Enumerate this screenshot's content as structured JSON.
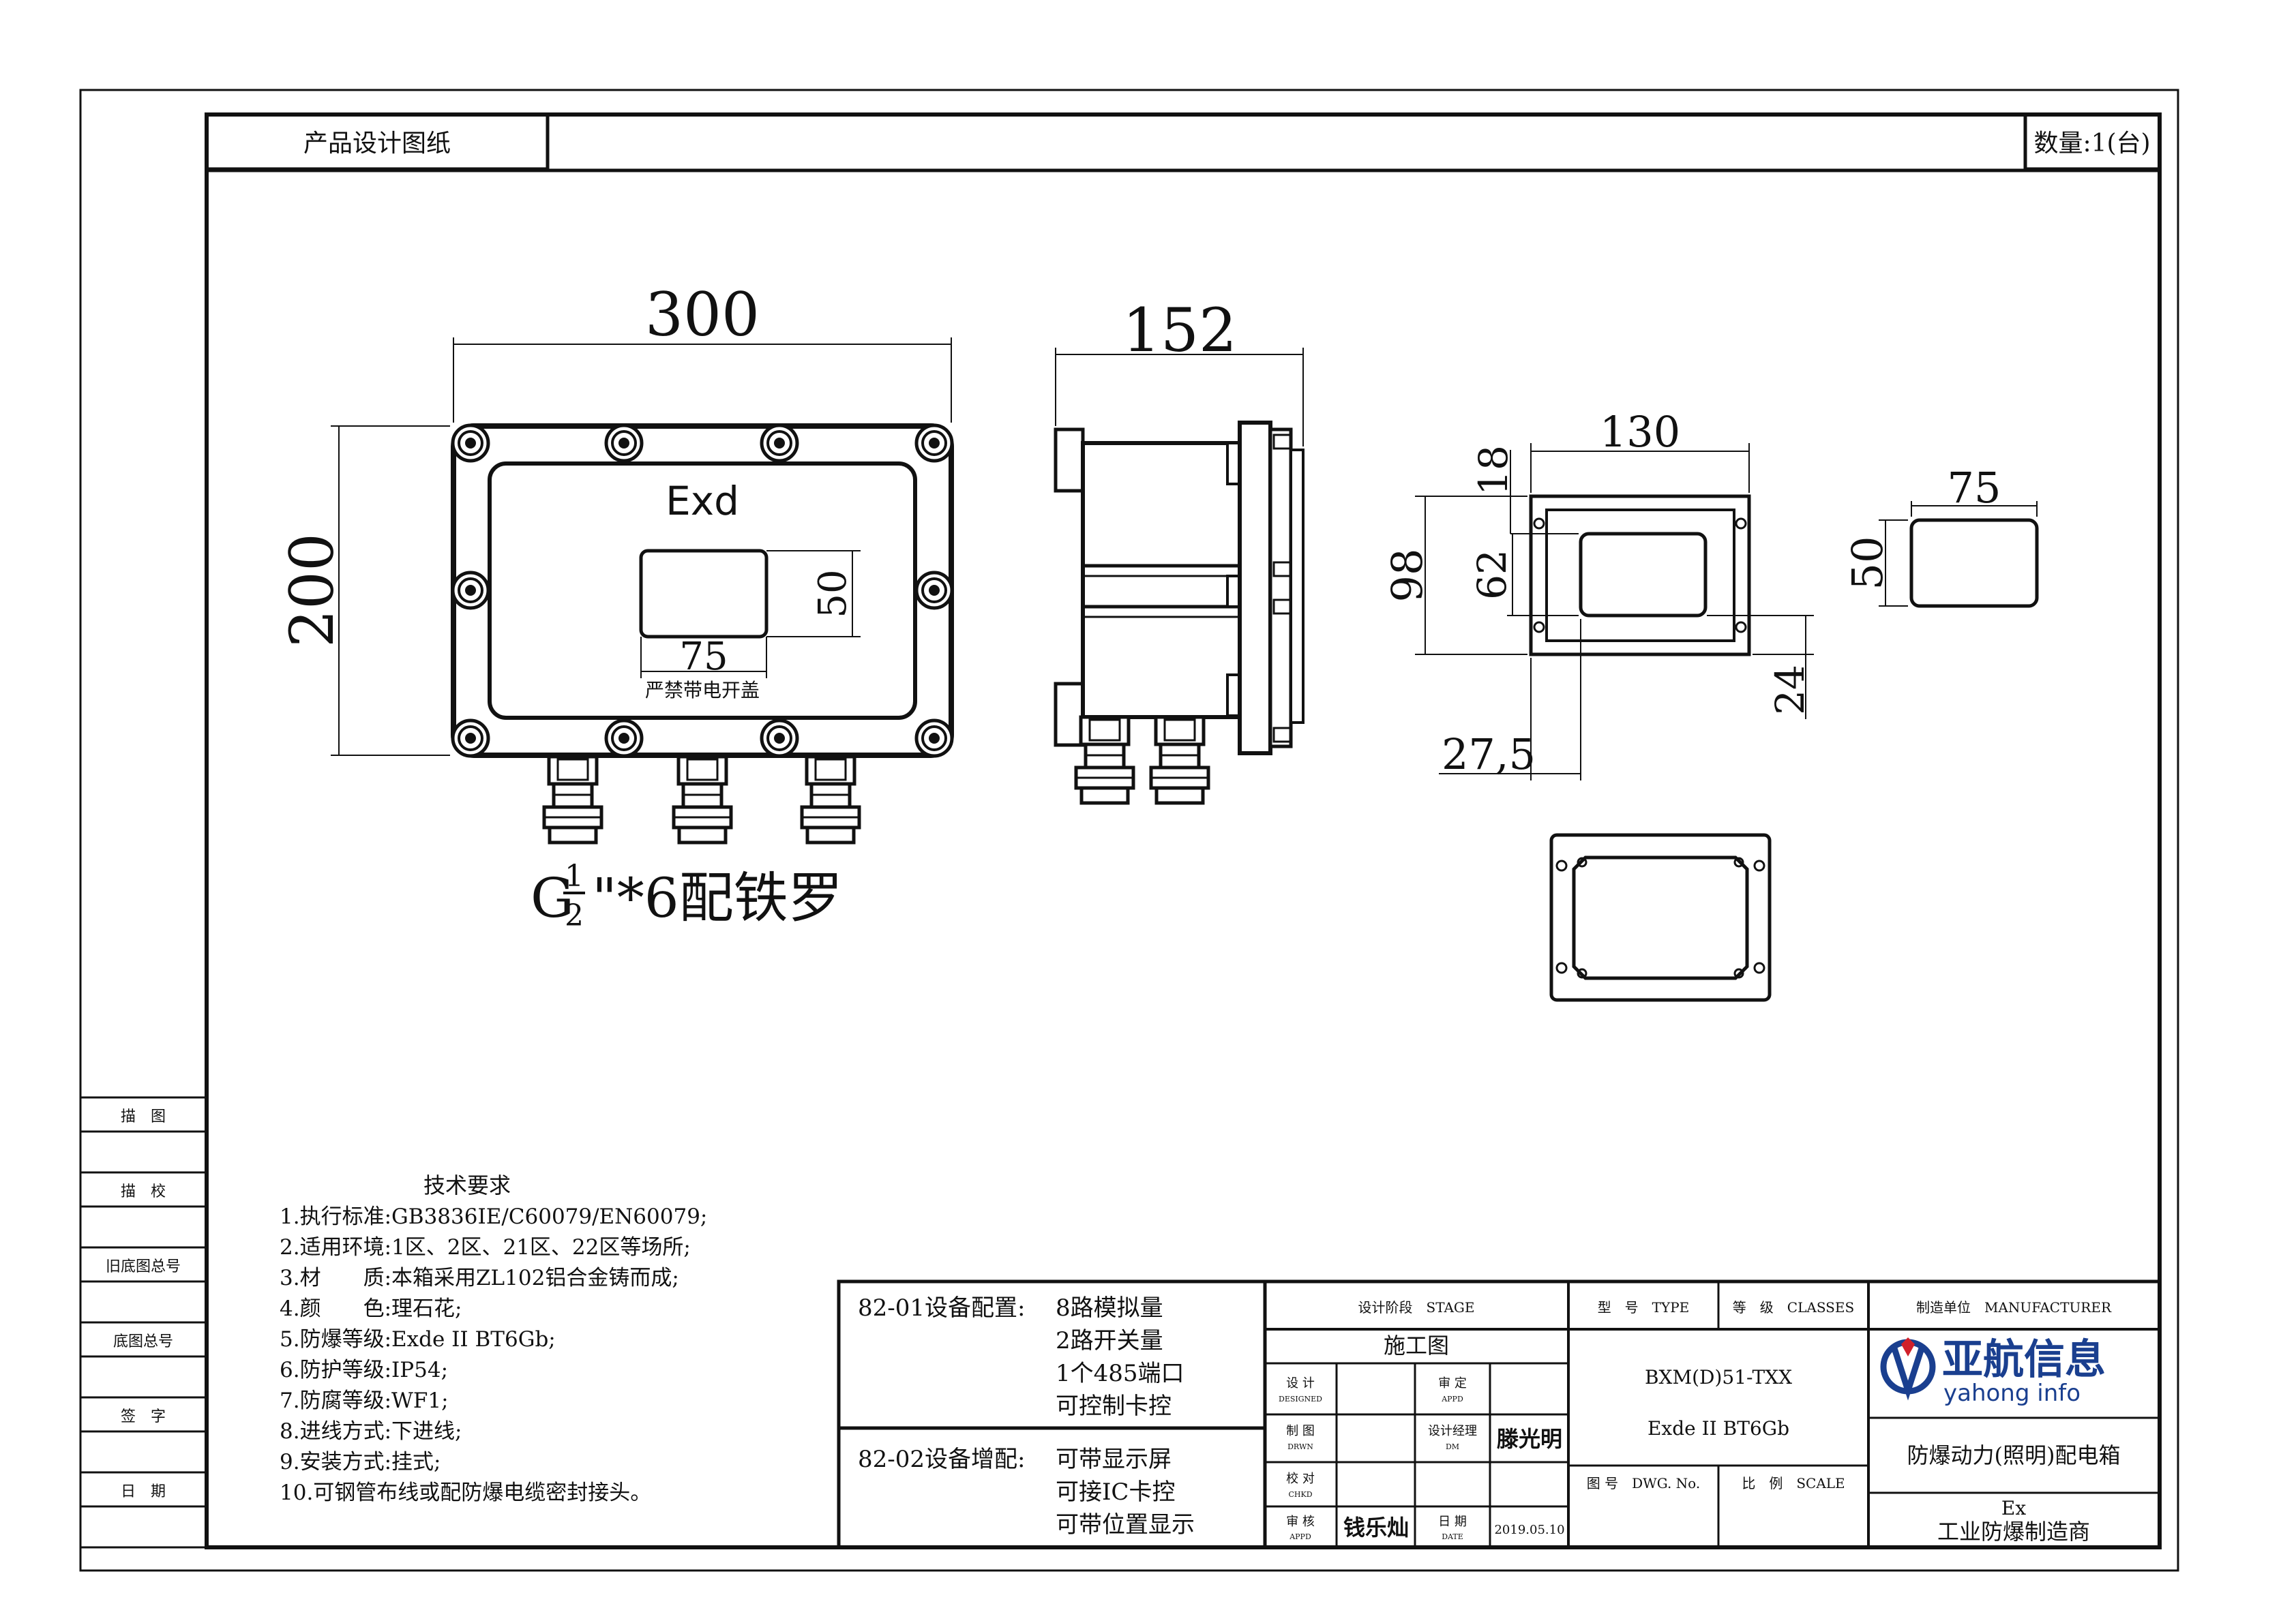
{
  "header": {
    "title": "产品设计图纸",
    "quantity": "数量:1(台)"
  },
  "front_view": {
    "width_dim": "300",
    "height_dim": "200",
    "label_exd": "Exd",
    "window_h": "50",
    "window_w": "75",
    "warning": "严禁带电开盖",
    "thread_spec": "\"*6配铁罗"
  },
  "side_view": {
    "depth_dim": "152"
  },
  "cutout_view": {
    "width_dim": "130",
    "top_dim": "18",
    "height_dim": "98",
    "inner_h": "62",
    "right_dim": "24",
    "left_dim": "27,5"
  },
  "small_window": {
    "w_dim": "75",
    "h_dim": "50"
  },
  "left_strip": [
    "描　图",
    "描　校",
    "旧底图总号",
    "底图总号",
    "签　字",
    "日　期"
  ],
  "tech": {
    "title": "技术要求",
    "items": [
      "1.执行标准:GB3836IE/C60079/EN60079;",
      "2.适用环境:1区、2区、21区、22区等场所;",
      "3.材　　质:本箱采用ZL102铝合金铸而成;",
      "4.颜　　色:理石花;",
      "5.防爆等级:Exde II BT6Gb;",
      "6.防护等级:IP54;",
      "7.防腐等级:WF1;",
      "8.进线方式:下进线;",
      "9.安装方式:挂式;",
      "10.可钢管布线或配防爆电缆密封接头。"
    ]
  },
  "config": {
    "c1_label": "82-01设备配置:",
    "c1_items": [
      "8路模拟量",
      "2路开关量",
      "1个485端口",
      "可控制卡控"
    ],
    "c2_label": "82-02设备增配:",
    "c2_items": [
      "可带显示屏",
      "可接IC卡控",
      "可带位置显示"
    ]
  },
  "title_block": {
    "stage_label": "设计阶段　STAGE",
    "stage_value": "施工图",
    "design": "设 计",
    "design_en": "DESIGNED",
    "approve": "审 定",
    "approve_en": "APPD",
    "draw": "制 图",
    "draw_en": "DRWN",
    "manager": "设计经理",
    "manager_en": "DM",
    "manager_name": "滕光明",
    "check": "校 对",
    "check_en": "CHKD",
    "review": "审 核",
    "review_en": "APPD",
    "review_name": "钱乐灿",
    "date": "日 期",
    "date_en": "DATE",
    "date_value": "2019.05.10",
    "type_label": "型　号　TYPE",
    "class_label": "等　级　CLASSES",
    "model": "BXM(D)51-TXX",
    "ex_class": "Exde II BT6Gb",
    "dwg_label": "图 号　DWG. No.",
    "scale_label": "比　例　SCALE",
    "mfr_label": "制造单位　MANUFACTURER",
    "company_cn": "亚航信息",
    "company_en": "yahong info",
    "product": "防爆动力(照明)配电箱",
    "ex": "Ex",
    "maker": "工业防爆制造商"
  },
  "colors": {
    "logo_blue": "#1a3f8f",
    "logo_red": "#d0202a"
  }
}
